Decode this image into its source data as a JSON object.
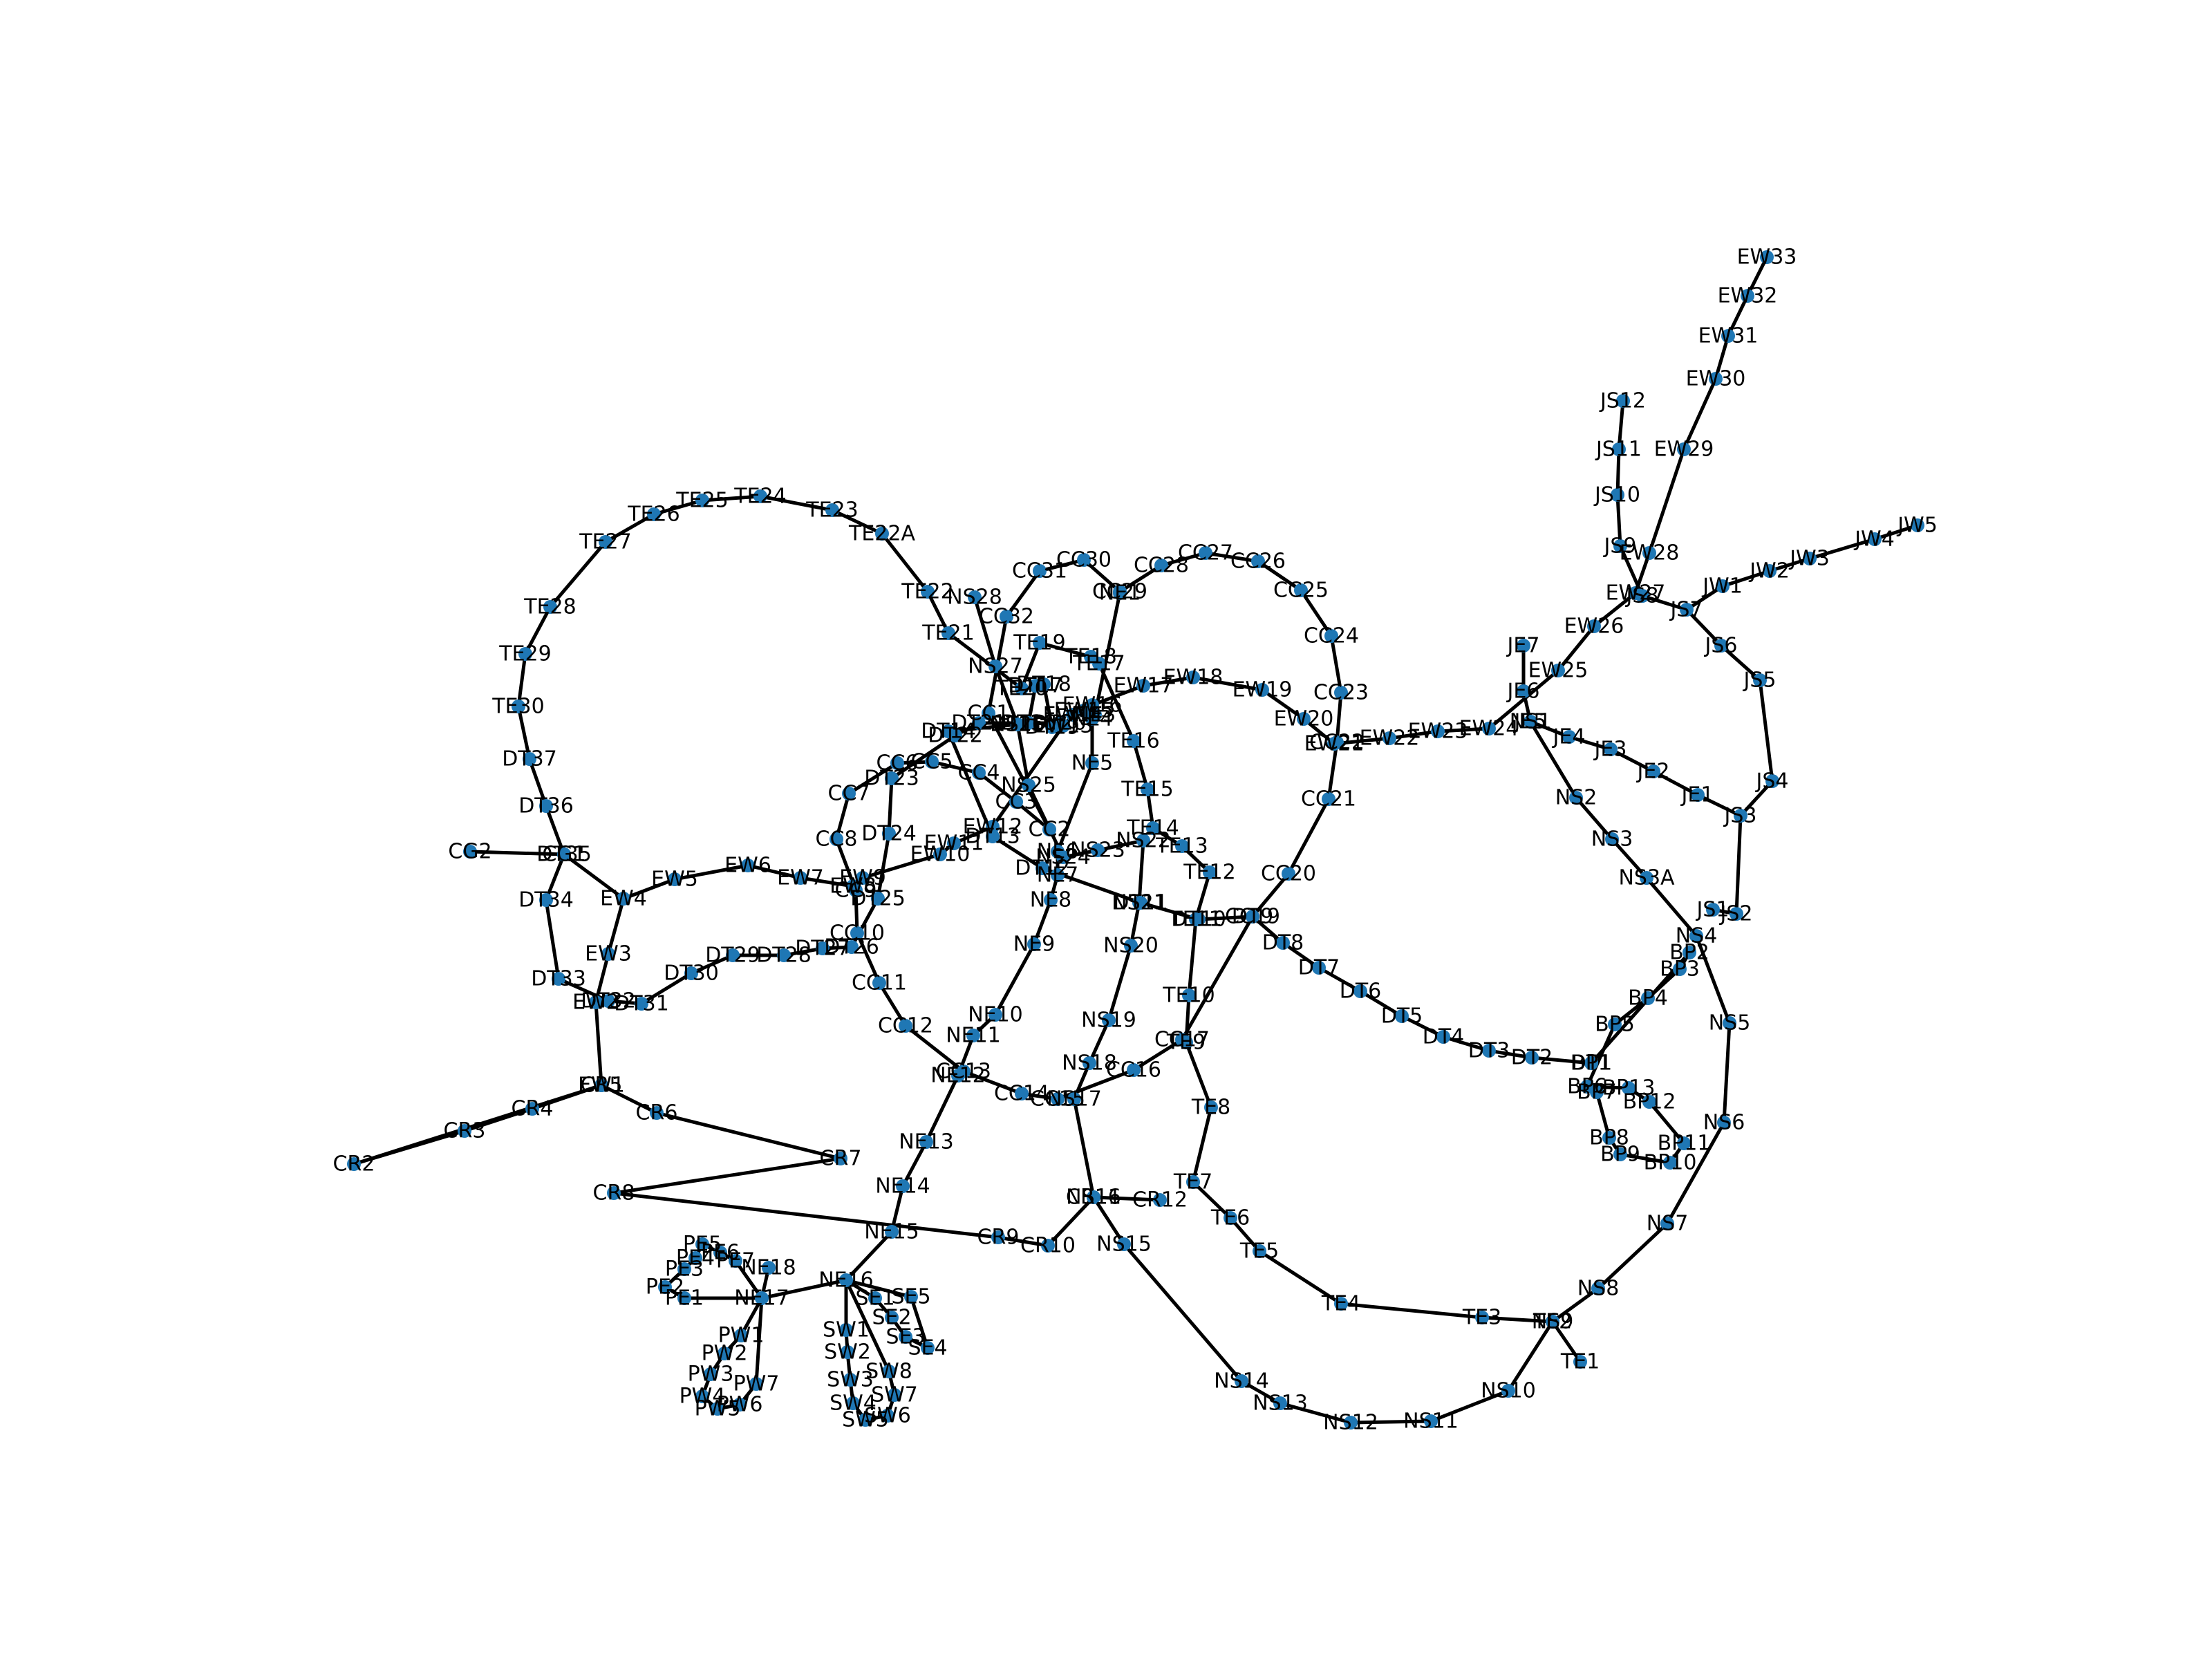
{
  "diagram": {
    "type": "network-graph",
    "node_color": "#1f77b4",
    "edge_color": "#000000",
    "background": "#ffffff",
    "nodes": [
      "EW1",
      "EW2",
      "EW3",
      "EW4",
      "EW5",
      "EW6",
      "EW7",
      "EW8",
      "EW9",
      "EW10",
      "EW11",
      "EW12",
      "EW13",
      "EW14",
      "EW15",
      "EW16",
      "EW17",
      "EW18",
      "EW19",
      "EW20",
      "EW21",
      "EW22",
      "EW23",
      "EW24",
      "EW25",
      "EW26",
      "EW27",
      "EW28",
      "EW29",
      "EW30",
      "EW31",
      "EW32",
      "EW33",
      "CG1",
      "CG2",
      "NS1",
      "NS2",
      "NS3",
      "NS3A",
      "NS4",
      "NS5",
      "NS6",
      "NS7",
      "NS8",
      "NS9",
      "NS10",
      "NS11",
      "NS12",
      "NS13",
      "NS14",
      "NS15",
      "NS16",
      "NS17",
      "NS18",
      "NS19",
      "NS20",
      "NS21",
      "NS22",
      "NS23",
      "NS24",
      "NS25",
      "NS26",
      "NS27",
      "NS28",
      "NE1",
      "NE3",
      "NE4",
      "NE5",
      "NE6",
      "NE7",
      "NE8",
      "NE9",
      "NE10",
      "NE11",
      "NE12",
      "NE13",
      "NE14",
      "NE15",
      "NE16",
      "NE17",
      "NE18",
      "CC1",
      "CC2",
      "CC3",
      "CC4",
      "CC5",
      "CC6",
      "CC7",
      "CC8",
      "CC9",
      "CC10",
      "CC11",
      "CC12",
      "CC13",
      "CC14",
      "CC15",
      "CC16",
      "CC17",
      "CC19",
      "CC20",
      "CC21",
      "CC22",
      "CC23",
      "CC24",
      "CC25",
      "CC26",
      "CC27",
      "CC28",
      "CC29",
      "CC30",
      "CC31",
      "CC32",
      "DT1",
      "DT2",
      "DT3",
      "DT4",
      "DT5",
      "DT6",
      "DT7",
      "DT8",
      "DT9",
      "DT10",
      "DT11",
      "DT12",
      "DT13",
      "DT14",
      "DT15",
      "DT16",
      "DT17",
      "DT18",
      "DT19",
      "DT20",
      "DT21",
      "DT22",
      "DT23",
      "DT24",
      "DT25",
      "DT26",
      "DT27",
      "DT28",
      "DT29",
      "DT30",
      "DT31",
      "DT32",
      "DT33",
      "DT34",
      "DT35",
      "DT36",
      "DT37",
      "TE1",
      "TE2",
      "TE3",
      "TE4",
      "TE5",
      "TE6",
      "TE7",
      "TE8",
      "TE9",
      "TE10",
      "TE11",
      "TE12",
      "TE13",
      "TE14",
      "TE15",
      "TE16",
      "TE17",
      "TE18",
      "TE19",
      "TE20",
      "TE21",
      "TE22",
      "TE22A",
      "TE23",
      "TE24",
      "TE25",
      "TE26",
      "TE27",
      "TE28",
      "TE29",
      "TE30",
      "JS1",
      "JS2",
      "JS3",
      "JS4",
      "JS5",
      "JS6",
      "JS7",
      "JS8",
      "JS9",
      "JS10",
      "JS11",
      "JS12",
      "JW1",
      "JW2",
      "JW3",
      "JW4",
      "JW5",
      "JE1",
      "JE2",
      "JE3",
      "JE4",
      "JE5",
      "JE6",
      "JE7",
      "CR2",
      "CR3",
      "CR4",
      "CR5",
      "CR6",
      "CR7",
      "CR8",
      "CR9",
      "CR10",
      "CR11",
      "CR12",
      "BP1",
      "BP2",
      "BP3",
      "BP4",
      "BP5",
      "BP6",
      "BP7",
      "BP8",
      "BP9",
      "BP10",
      "BP11",
      "BP12",
      "BP13",
      "PE1",
      "PE2",
      "PE3",
      "PE4",
      "PE5",
      "PE6",
      "PE7",
      "PW1",
      "PW2",
      "PW3",
      "PW4",
      "PW5",
      "PW6",
      "PW7",
      "SE1",
      "SE2",
      "SE3",
      "SE4",
      "SE5",
      "SW1",
      "SW2",
      "SW3",
      "SW4",
      "SW5",
      "SW6",
      "SW7",
      "SW8"
    ],
    "edges": [
      [
        "EW1",
        "EW2"
      ],
      [
        "EW2",
        "EW3"
      ],
      [
        "EW3",
        "EW4"
      ],
      [
        "EW4",
        "EW5"
      ],
      [
        "EW5",
        "EW6"
      ],
      [
        "EW6",
        "EW7"
      ],
      [
        "EW7",
        "EW8"
      ],
      [
        "EW8",
        "EW9"
      ],
      [
        "EW9",
        "EW10"
      ],
      [
        "EW10",
        "EW11"
      ],
      [
        "EW11",
        "EW12"
      ],
      [
        "EW12",
        "EW13"
      ],
      [
        "EW13",
        "EW14"
      ],
      [
        "EW14",
        "EW15"
      ],
      [
        "EW15",
        "EW16"
      ],
      [
        "EW16",
        "EW17"
      ],
      [
        "EW17",
        "EW18"
      ],
      [
        "EW18",
        "EW19"
      ],
      [
        "EW19",
        "EW20"
      ],
      [
        "EW20",
        "EW21"
      ],
      [
        "EW21",
        "EW22"
      ],
      [
        "EW22",
        "EW23"
      ],
      [
        "EW23",
        "EW24"
      ],
      [
        "EW24",
        "EW25"
      ],
      [
        "EW25",
        "EW26"
      ],
      [
        "EW26",
        "EW27"
      ],
      [
        "EW27",
        "EW28"
      ],
      [
        "EW28",
        "EW29"
      ],
      [
        "EW29",
        "EW30"
      ],
      [
        "EW30",
        "EW31"
      ],
      [
        "EW31",
        "EW32"
      ],
      [
        "EW32",
        "EW33"
      ],
      [
        "EW4",
        "CG1"
      ],
      [
        "CG1",
        "CG2"
      ],
      [
        "NS1",
        "NS2"
      ],
      [
        "NS2",
        "NS3"
      ],
      [
        "NS3",
        "NS3A"
      ],
      [
        "NS3A",
        "NS4"
      ],
      [
        "NS4",
        "NS5"
      ],
      [
        "NS5",
        "NS6"
      ],
      [
        "NS6",
        "NS7"
      ],
      [
        "NS7",
        "NS8"
      ],
      [
        "NS8",
        "NS9"
      ],
      [
        "NS9",
        "NS10"
      ],
      [
        "NS10",
        "NS11"
      ],
      [
        "NS11",
        "NS12"
      ],
      [
        "NS12",
        "NS13"
      ],
      [
        "NS13",
        "NS14"
      ],
      [
        "NS14",
        "NS15"
      ],
      [
        "NS15",
        "NS16"
      ],
      [
        "NS16",
        "NS17"
      ],
      [
        "NS17",
        "NS18"
      ],
      [
        "NS18",
        "NS19"
      ],
      [
        "NS19",
        "NS20"
      ],
      [
        "NS20",
        "NS21"
      ],
      [
        "NS21",
        "NS22"
      ],
      [
        "NS22",
        "NS23"
      ],
      [
        "NS23",
        "NS24"
      ],
      [
        "NS24",
        "NS25"
      ],
      [
        "NS25",
        "NS26"
      ],
      [
        "NS26",
        "NS27"
      ],
      [
        "NS27",
        "NS28"
      ],
      [
        "NE1",
        "NE3"
      ],
      [
        "NE3",
        "NE4"
      ],
      [
        "NE4",
        "NE5"
      ],
      [
        "NE5",
        "NE6"
      ],
      [
        "NE6",
        "NE7"
      ],
      [
        "NE7",
        "NE8"
      ],
      [
        "NE8",
        "NE9"
      ],
      [
        "NE9",
        "NE10"
      ],
      [
        "NE10",
        "NE11"
      ],
      [
        "NE11",
        "NE12"
      ],
      [
        "NE12",
        "NE13"
      ],
      [
        "NE13",
        "NE14"
      ],
      [
        "NE14",
        "NE15"
      ],
      [
        "NE15",
        "NE16"
      ],
      [
        "NE16",
        "NE17"
      ],
      [
        "NE17",
        "NE18"
      ],
      [
        "CC1",
        "CC2"
      ],
      [
        "CC2",
        "CC3"
      ],
      [
        "CC3",
        "CC4"
      ],
      [
        "CC4",
        "CC5"
      ],
      [
        "CC5",
        "CC6"
      ],
      [
        "CC6",
        "CC7"
      ],
      [
        "CC7",
        "CC8"
      ],
      [
        "CC8",
        "CC9"
      ],
      [
        "CC9",
        "CC10"
      ],
      [
        "CC10",
        "CC11"
      ],
      [
        "CC11",
        "CC12"
      ],
      [
        "CC12",
        "CC13"
      ],
      [
        "CC13",
        "CC14"
      ],
      [
        "CC14",
        "CC15"
      ],
      [
        "CC15",
        "CC16"
      ],
      [
        "CC16",
        "CC17"
      ],
      [
        "CC17",
        "CC19"
      ],
      [
        "CC19",
        "CC20"
      ],
      [
        "CC20",
        "CC21"
      ],
      [
        "CC21",
        "CC22"
      ],
      [
        "CC22",
        "CC23"
      ],
      [
        "CC23",
        "CC24"
      ],
      [
        "CC24",
        "CC25"
      ],
      [
        "CC25",
        "CC26"
      ],
      [
        "CC26",
        "CC27"
      ],
      [
        "CC27",
        "CC28"
      ],
      [
        "CC28",
        "CC29"
      ],
      [
        "CC29",
        "CC30"
      ],
      [
        "CC30",
        "CC31"
      ],
      [
        "CC31",
        "CC32"
      ],
      [
        "CC32",
        "CC1"
      ],
      [
        "DT1",
        "DT2"
      ],
      [
        "DT2",
        "DT3"
      ],
      [
        "DT3",
        "DT4"
      ],
      [
        "DT4",
        "DT5"
      ],
      [
        "DT5",
        "DT6"
      ],
      [
        "DT6",
        "DT7"
      ],
      [
        "DT7",
        "DT8"
      ],
      [
        "DT8",
        "DT9"
      ],
      [
        "DT9",
        "DT10"
      ],
      [
        "DT10",
        "DT11"
      ],
      [
        "DT11",
        "DT12"
      ],
      [
        "DT12",
        "DT13"
      ],
      [
        "DT13",
        "DT14"
      ],
      [
        "DT14",
        "DT15"
      ],
      [
        "DT15",
        "DT16"
      ],
      [
        "DT16",
        "DT17"
      ],
      [
        "DT17",
        "DT18"
      ],
      [
        "DT18",
        "DT19"
      ],
      [
        "DT19",
        "DT20"
      ],
      [
        "DT20",
        "DT21"
      ],
      [
        "DT21",
        "DT22"
      ],
      [
        "DT22",
        "DT23"
      ],
      [
        "DT23",
        "DT24"
      ],
      [
        "DT24",
        "DT25"
      ],
      [
        "DT25",
        "DT26"
      ],
      [
        "DT26",
        "DT27"
      ],
      [
        "DT27",
        "DT28"
      ],
      [
        "DT28",
        "DT29"
      ],
      [
        "DT29",
        "DT30"
      ],
      [
        "DT30",
        "DT31"
      ],
      [
        "DT31",
        "DT32"
      ],
      [
        "DT32",
        "DT33"
      ],
      [
        "DT33",
        "DT34"
      ],
      [
        "DT34",
        "DT35"
      ],
      [
        "DT35",
        "DT36"
      ],
      [
        "DT36",
        "DT37"
      ],
      [
        "DT37",
        "TE30"
      ],
      [
        "TE1",
        "TE2"
      ],
      [
        "TE2",
        "TE3"
      ],
      [
        "TE3",
        "TE4"
      ],
      [
        "TE4",
        "TE5"
      ],
      [
        "TE5",
        "TE6"
      ],
      [
        "TE6",
        "TE7"
      ],
      [
        "TE7",
        "TE8"
      ],
      [
        "TE8",
        "TE9"
      ],
      [
        "TE9",
        "TE10"
      ],
      [
        "TE10",
        "TE11"
      ],
      [
        "TE11",
        "TE12"
      ],
      [
        "TE12",
        "TE13"
      ],
      [
        "TE13",
        "TE14"
      ],
      [
        "TE14",
        "TE15"
      ],
      [
        "TE15",
        "TE16"
      ],
      [
        "TE16",
        "TE17"
      ],
      [
        "TE17",
        "TE18"
      ],
      [
        "TE18",
        "TE19"
      ],
      [
        "TE19",
        "TE20"
      ],
      [
        "TE20",
        "TE21"
      ],
      [
        "TE21",
        "TE22"
      ],
      [
        "TE22",
        "TE22A"
      ],
      [
        "TE22A",
        "TE23"
      ],
      [
        "TE23",
        "TE24"
      ],
      [
        "TE24",
        "TE25"
      ],
      [
        "TE25",
        "TE26"
      ],
      [
        "TE26",
        "TE27"
      ],
      [
        "TE27",
        "TE28"
      ],
      [
        "TE28",
        "TE29"
      ],
      [
        "TE29",
        "TE30"
      ],
      [
        "JS1",
        "JS2"
      ],
      [
        "JS2",
        "JS3"
      ],
      [
        "JS3",
        "JS4"
      ],
      [
        "JS4",
        "JS5"
      ],
      [
        "JS5",
        "JS6"
      ],
      [
        "JS6",
        "JS7"
      ],
      [
        "JS7",
        "JS8"
      ],
      [
        "JS8",
        "JS9"
      ],
      [
        "JS9",
        "JS10"
      ],
      [
        "JS10",
        "JS11"
      ],
      [
        "JS11",
        "JS12"
      ],
      [
        "JS7",
        "JW1"
      ],
      [
        "JW1",
        "JW2"
      ],
      [
        "JW2",
        "JW3"
      ],
      [
        "JW3",
        "JW4"
      ],
      [
        "JW4",
        "JW5"
      ],
      [
        "JS3",
        "JE1"
      ],
      [
        "JE1",
        "JE2"
      ],
      [
        "JE2",
        "JE3"
      ],
      [
        "JE3",
        "JE4"
      ],
      [
        "JE4",
        "JE5"
      ],
      [
        "JE5",
        "JE6"
      ],
      [
        "JE6",
        "JE7"
      ],
      [
        "EW1",
        "CR2"
      ],
      [
        "CR2",
        "CR3"
      ],
      [
        "CR3",
        "CR4"
      ],
      [
        "CR4",
        "EW1"
      ],
      [
        "EW1",
        "CR5"
      ],
      [
        "CR5",
        "CR6"
      ],
      [
        "CR6",
        "CR7"
      ],
      [
        "CR7",
        "CR8"
      ],
      [
        "CR8",
        "CR9"
      ],
      [
        "CR9",
        "CR10"
      ],
      [
        "CR10",
        "CR11"
      ],
      [
        "CR11",
        "CR12"
      ],
      [
        "BP1",
        "BP2"
      ],
      [
        "BP2",
        "BP3"
      ],
      [
        "BP3",
        "BP4"
      ],
      [
        "BP4",
        "BP5"
      ],
      [
        "BP5",
        "BP6"
      ],
      [
        "BP6",
        "BP7"
      ],
      [
        "BP7",
        "BP8"
      ],
      [
        "BP8",
        "BP9"
      ],
      [
        "BP9",
        "BP10"
      ],
      [
        "BP10",
        "BP11"
      ],
      [
        "BP11",
        "BP12"
      ],
      [
        "BP12",
        "BP13"
      ],
      [
        "BP13",
        "BP6"
      ],
      [
        "NE17",
        "PE1"
      ],
      [
        "PE1",
        "PE2"
      ],
      [
        "PE2",
        "PE3"
      ],
      [
        "PE3",
        "PE4"
      ],
      [
        "PE4",
        "PE5"
      ],
      [
        "PE5",
        "PE6"
      ],
      [
        "PE6",
        "PE7"
      ],
      [
        "PE7",
        "NE17"
      ],
      [
        "NE17",
        "PW1"
      ],
      [
        "PW1",
        "PW2"
      ],
      [
        "PW2",
        "PW3"
      ],
      [
        "PW3",
        "PW4"
      ],
      [
        "PW4",
        "PW5"
      ],
      [
        "PW5",
        "PW6"
      ],
      [
        "PW6",
        "PW7"
      ],
      [
        "PW7",
        "NE17"
      ],
      [
        "NE16",
        "SE1"
      ],
      [
        "SE1",
        "SE2"
      ],
      [
        "SE2",
        "SE3"
      ],
      [
        "SE3",
        "SE4"
      ],
      [
        "SE4",
        "SE5"
      ],
      [
        "SE5",
        "NE16"
      ],
      [
        "NE16",
        "SW1"
      ],
      [
        "SW1",
        "SW2"
      ],
      [
        "SW2",
        "SW3"
      ],
      [
        "SW3",
        "SW4"
      ],
      [
        "SW4",
        "SW5"
      ],
      [
        "SW5",
        "SW6"
      ],
      [
        "SW6",
        "SW7"
      ],
      [
        "SW7",
        "SW8"
      ],
      [
        "SW8",
        "NE16"
      ]
    ]
  }
}
